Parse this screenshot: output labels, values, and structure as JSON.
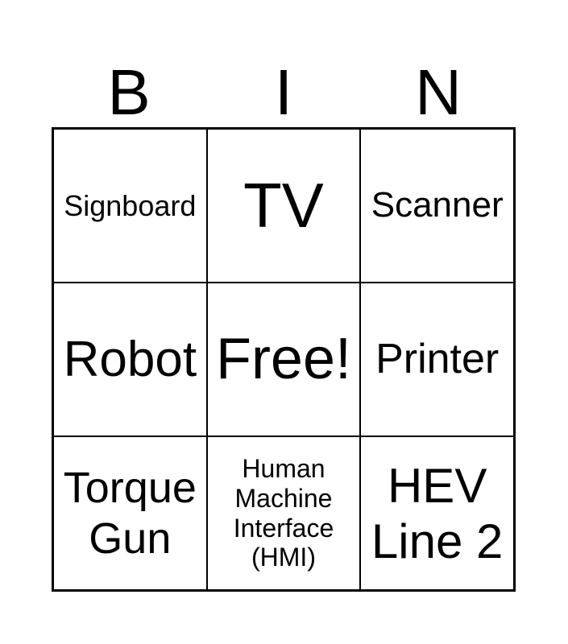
{
  "header": [
    "B",
    "I",
    "N"
  ],
  "cells": [
    {
      "text": "Signboard",
      "size": 36
    },
    {
      "text": "TV",
      "size": 78
    },
    {
      "text": "Scanner",
      "size": 44
    },
    {
      "text": "Robot",
      "size": 62
    },
    {
      "text": "Free!",
      "size": 72
    },
    {
      "text": "Printer",
      "size": 52
    },
    {
      "text": "Torque\nGun",
      "size": 54
    },
    {
      "text": "Human\nMachine\nInterface\n(HMI)",
      "size": 32
    },
    {
      "text": "HEV\nLine 2",
      "size": 60
    }
  ]
}
